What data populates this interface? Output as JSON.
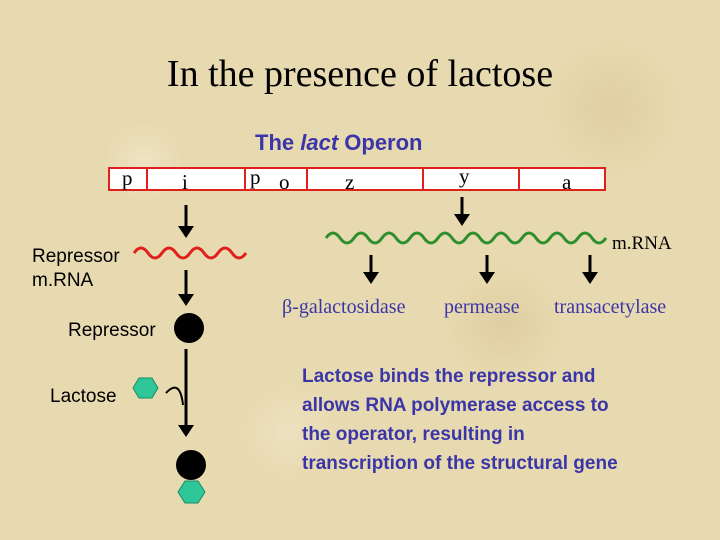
{
  "slide": {
    "title": "In the presence of  lactose"
  },
  "diagram": {
    "subtitle_prefix": "The ",
    "subtitle_italic": "lact",
    "subtitle_suffix": " Operon",
    "genes": [
      "p",
      "i",
      "p",
      "o",
      "z",
      "y",
      "a"
    ],
    "mrna_label": "m.RNA",
    "repressor_mrna_line1": "Repressor",
    "repressor_mrna_line2": "m.RNA",
    "repressor_label": "Repressor",
    "lactose_label": "Lactose",
    "products": [
      "β-galactosidase",
      "permease",
      "transacetylase"
    ],
    "description": [
      "Lactose binds the repressor and",
      "allows RNA polymerase access to",
      "the operator, resulting in",
      "transcription of the structural gene"
    ]
  },
  "colors": {
    "gene_border": "#e0201c",
    "repressor_mrna_wave": "#e0201c",
    "operon_mrna_wave": "#2f8f2f",
    "text_blue": "#3a36a8",
    "lactose_hex": "#2fc79a",
    "repressor": "#000000"
  }
}
